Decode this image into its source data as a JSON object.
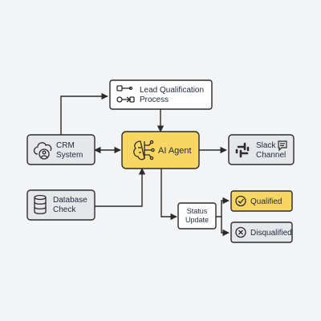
{
  "colors": {
    "background": "#f3f4f6",
    "node_fill": "#e5e7eb",
    "white_fill": "#ffffff",
    "accent": "#f8d664",
    "stroke": "#2b2b2b"
  },
  "nodes": {
    "lead_process": {
      "line1": "Lead Qualification",
      "line2": "Process",
      "icon": "workflow-icon"
    },
    "crm": {
      "line1": "CRM",
      "line2": "System",
      "icon": "cloud-user-icon"
    },
    "ai_agent": {
      "label": "AI Agent",
      "icon": "brain-circuit-icon"
    },
    "slack": {
      "line1": "Slack",
      "line2": "Channel",
      "icon": "slack-icon"
    },
    "database": {
      "line1": "Database",
      "line2": "Check",
      "icon": "database-icon"
    },
    "status": {
      "line1": "Status",
      "line2": "Update"
    },
    "qualified": {
      "label": "Qualified",
      "icon": "check-circle-icon"
    },
    "disqualified": {
      "label": "Disqualified",
      "icon": "x-circle-icon"
    }
  }
}
